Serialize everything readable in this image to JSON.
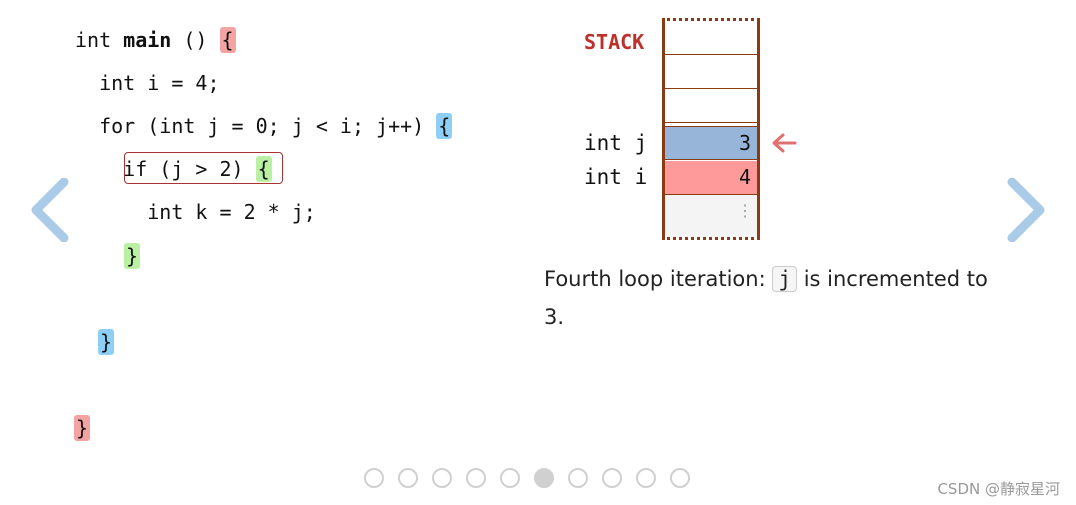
{
  "code": {
    "lines": [
      {
        "pre": "int ",
        "bold": "main",
        "post": " () ",
        "brace": "{",
        "brace_color": "red"
      },
      {
        "text": "  int i = 4;"
      },
      {
        "pre": "  for (int j = 0; j < i; j++) ",
        "brace": "{",
        "brace_color": "blue"
      },
      {
        "pre": "    if (j > 2) ",
        "brace": "{",
        "brace_color": "green"
      },
      {
        "text": "      int k = 2 * j;"
      },
      {
        "brace": "}",
        "brace_color": "green"
      },
      {
        "brace": "}",
        "brace_color": "blue"
      },
      {
        "brace": "}",
        "brace_color": "red"
      }
    ],
    "highlighted_line": 3
  },
  "stack": {
    "title": "STACK",
    "cells": [
      {
        "label": "",
        "value": "",
        "color": "#ffffff"
      },
      {
        "label": "",
        "value": "",
        "color": "#ffffff"
      },
      {
        "label": "",
        "value": "",
        "color": "#ffffff"
      },
      {
        "label": "int j",
        "value": "3",
        "color": "#97b5d8"
      },
      {
        "label": "int i",
        "value": "4",
        "color": "#ff9a9a"
      },
      {
        "label": "",
        "value": "⋮",
        "color": "#f4f4f4"
      }
    ],
    "pointer_color": "#e07070"
  },
  "caption": {
    "before": "Fourth loop iteration: ",
    "code": "j",
    "after": " is incremented to 3."
  },
  "nav": {
    "prev_icon": "chevron-left-icon",
    "next_icon": "chevron-right-icon",
    "color": "#a9cbe8"
  },
  "pagination": {
    "total": 10,
    "current": 6
  },
  "watermark": "CSDN @静寂星河"
}
